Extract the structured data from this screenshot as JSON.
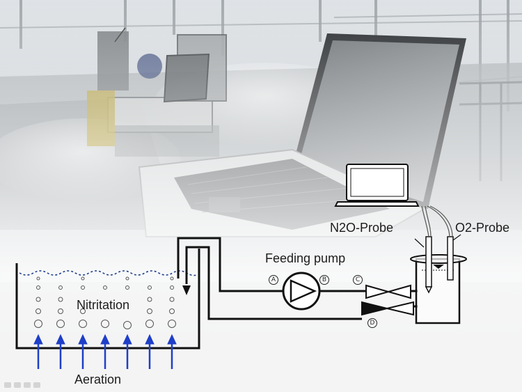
{
  "labels": {
    "n2o_probe": "N2O-Probe",
    "o2_probe": "O2-Probe",
    "feeding_pump": "Feeding pump",
    "nitritation": "Nitritation",
    "aeration": "Aeration",
    "point_a": "A",
    "point_b": "B",
    "point_c": "C",
    "point_d": "D"
  },
  "colors": {
    "line": "#111111",
    "aeration_arrow": "#1f3fc8",
    "water_surface": "#1f3f8a",
    "bubble": "#555555"
  },
  "icons": {
    "laptop": "laptop-icon",
    "pump": "pump-icon",
    "valve": "valve-icon"
  }
}
